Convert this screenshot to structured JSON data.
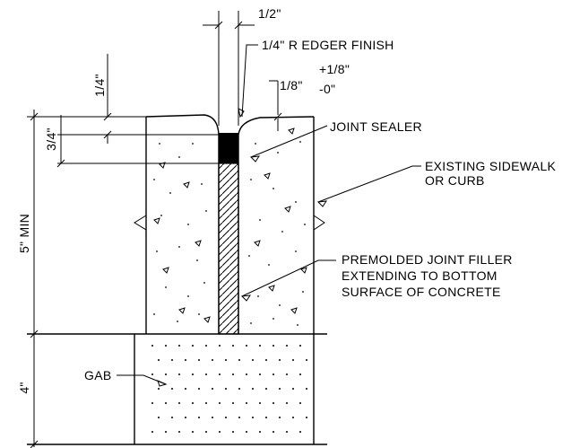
{
  "callouts": {
    "joint_width": "1/2\"",
    "edger": "1/4\" R EDGER FINISH",
    "tolerance_base": "1/8\"",
    "tolerance_plus": "+1/8\"",
    "tolerance_minus": "-0\"",
    "joint_sealer": "JOINT SEALER",
    "existing_line1": "EXISTING SIDEWALK",
    "existing_line2": "OR CURB",
    "filler_line1": "PREMOLDED JOINT FILLER",
    "filler_line2": "EXTENDING TO BOTTOM",
    "filler_line3": "SURFACE OF CONCRETE",
    "gab": "GAB"
  },
  "dimensions": {
    "edge_drop": "1/4\"",
    "sealer_depth": "3/4\"",
    "slab_min": "5\" MIN",
    "base_depth": "4\""
  }
}
